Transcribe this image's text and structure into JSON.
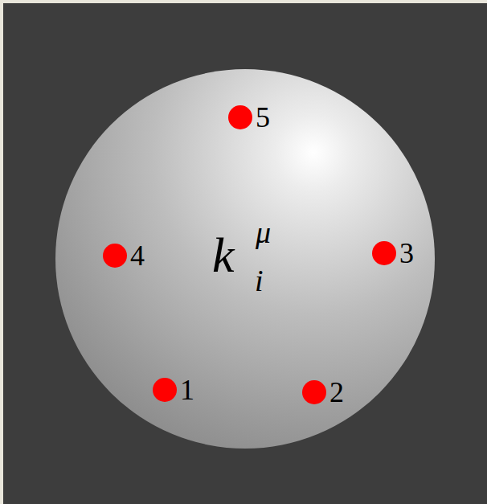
{
  "diagram": {
    "labels": [
      "5",
      "4",
      "k",
      "μ",
      "i",
      "3",
      "1",
      "2"
    ]
  }
}
